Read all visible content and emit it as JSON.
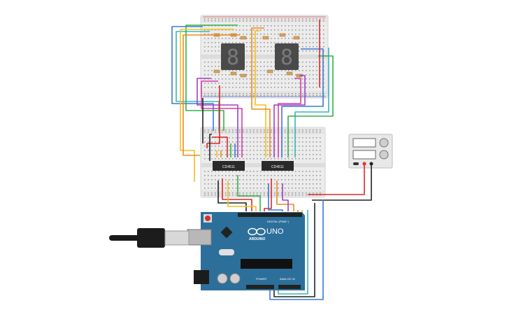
{
  "circuit": {
    "ic_label_left": "CD4511",
    "ic_label_right": "CD4511",
    "arduino": {
      "brand": "ARDUINO",
      "model": "UNO",
      "header_digital": "DIGITAL (PWM~)",
      "header_power": "POWER",
      "header_analog": "ANALOG IN"
    },
    "displays": [
      "8",
      "8"
    ]
  },
  "colors": {
    "board_blue": "#2c6f9a",
    "breadboard": "#ececec",
    "wire_red": "#e12626",
    "wire_black": "#222222",
    "wire_yellow": "#f2c21b",
    "wire_orange": "#f08a1e",
    "wire_green": "#33b047",
    "wire_blue": "#3a78d8",
    "wire_purple": "#a040c8",
    "wire_pink": "#d63ca8",
    "wire_teal": "#38b6b8"
  },
  "icons": [
    "usb-cable-icon",
    "seven-segment-icon",
    "power-supply-icon"
  ]
}
